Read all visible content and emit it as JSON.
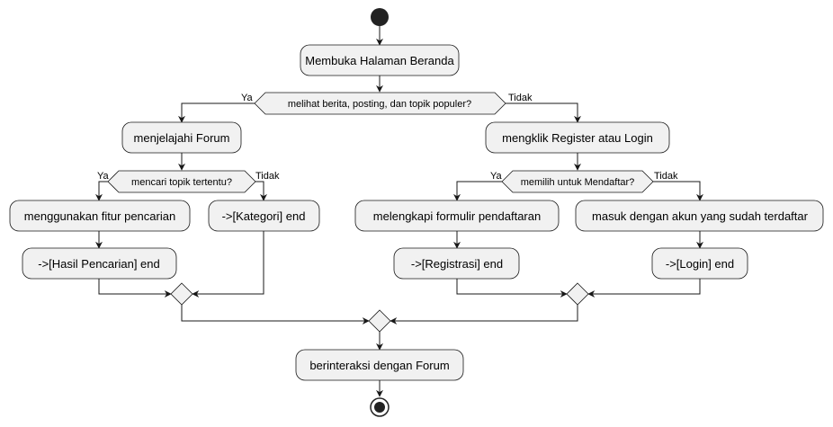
{
  "diagram": {
    "actions": {
      "beranda": "Membuka Halaman Beranda",
      "forum": "menjelajahi Forum",
      "register_login": "mengklik Register atau Login",
      "pencarian": "menggunakan fitur pencarian",
      "kategori": "->[Kategori] end",
      "hasil": "->[Hasil Pencarian] end",
      "formulir": "melengkapi formulir pendaftaran",
      "masuk": "masuk dengan akun yang sudah terdaftar",
      "registrasi": "->[Registrasi] end",
      "login": "->[Login] end",
      "interaksi": "berinteraksi dengan Forum"
    },
    "decisions": {
      "melihat": "melihat berita, posting, dan topik populer?",
      "mencari": "mencari topik tertentu?",
      "memilih": "memilih untuk Mendaftar?"
    },
    "labels": {
      "ya": "Ya",
      "tidak": "Tidak"
    }
  }
}
